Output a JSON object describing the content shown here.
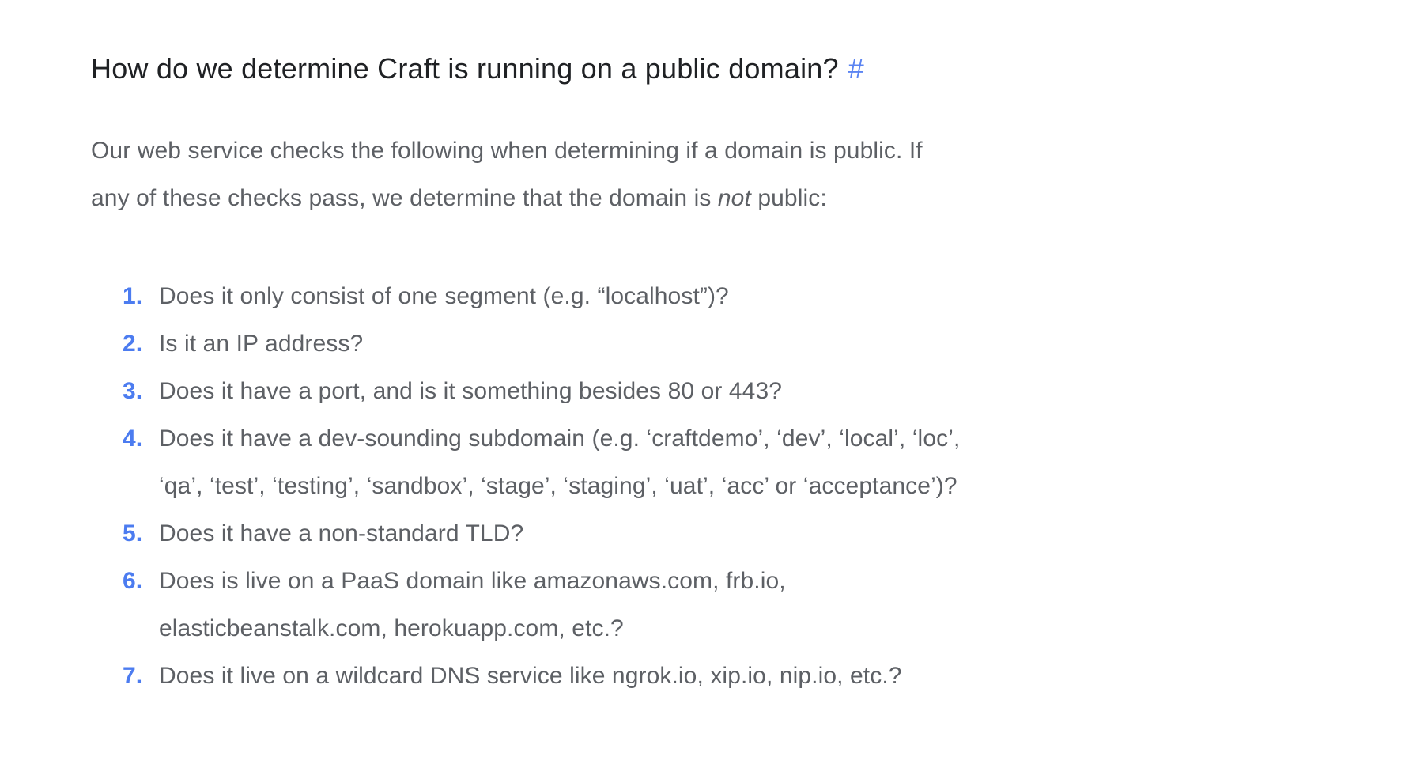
{
  "page": {
    "heading": {
      "text": "How do we determine Craft is running on a public domain?",
      "anchor": "#"
    },
    "paragraph": {
      "before": "Our web service checks the following when determining if a domain is public. If\nany of these checks pass, we determine that the domain is ",
      "italic": "not",
      "after": " public:"
    },
    "list": {
      "items": [
        {
          "marker": "1.",
          "text": "Does it only consist of one segment (e.g. “localhost”)?"
        },
        {
          "marker": "2.",
          "text": "Is it an IP address?"
        },
        {
          "marker": "3.",
          "text": "Does it have a port, and is it something besides 80 or 443?"
        },
        {
          "marker": "4.",
          "text": "Does it have a dev-sounding subdomain (e.g. ‘craftdemo’, ‘dev’, ‘local’, ‘loc’,\n‘qa’, ‘test’, ‘testing’, ‘sandbox’, ‘stage’, ‘staging’, ‘uat’, ‘acc’ or ‘acceptance’)?"
        },
        {
          "marker": "5.",
          "text": "Does it have a non-standard TLD?"
        },
        {
          "marker": "6.",
          "text": "Does is live on a PaaS domain like amazonaws.com, frb.io,\nelasticbeanstalk.com, herokuapp.com, etc.?"
        },
        {
          "marker": "7.",
          "text": "Does it live on a wildcard DNS service like ngrok.io, xip.io, nip.io, etc.?"
        }
      ]
    }
  },
  "colors": {
    "background": "#ffffff",
    "heading_text": "#1f2124",
    "body_text": "#5d6065",
    "list_marker_blue": "#4c7cf0",
    "anchor_blue": "#5b84f2"
  }
}
